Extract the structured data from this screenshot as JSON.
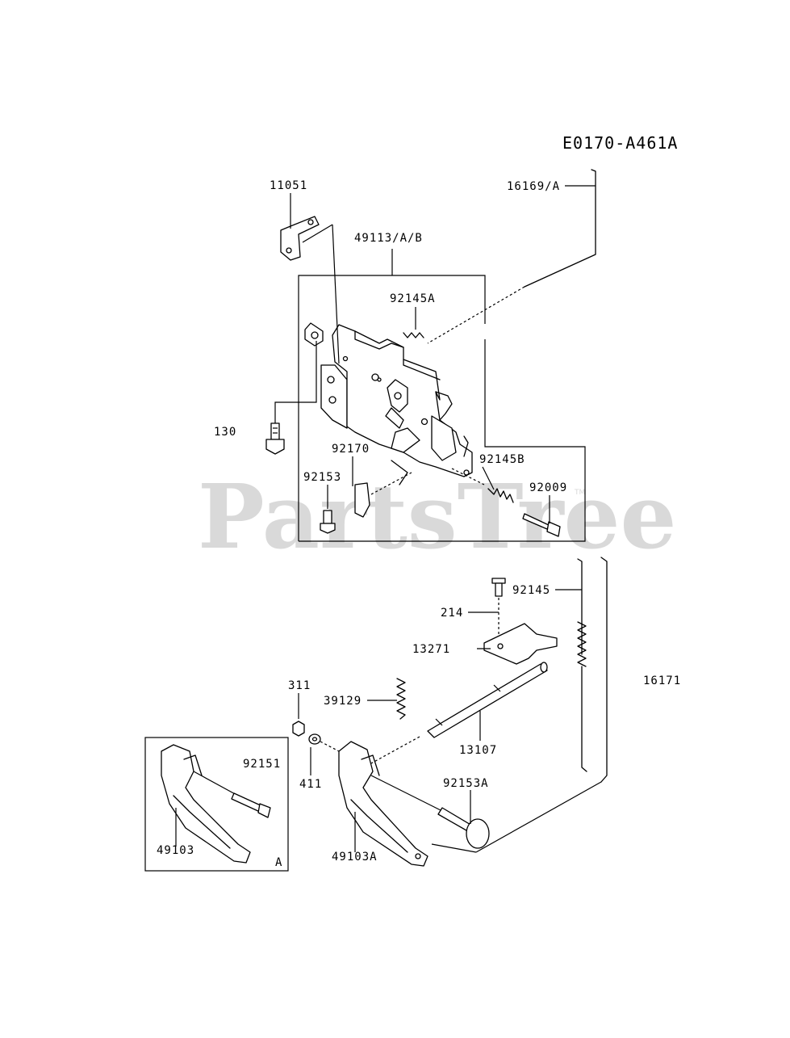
{
  "diagram": {
    "code": "E0170-A461A",
    "watermark": "PartsTree",
    "watermark_mark": "TM",
    "callouts": [
      {
        "id": "c11051",
        "text": "11051"
      },
      {
        "id": "c16169",
        "text": "16169/A"
      },
      {
        "id": "c49113",
        "text": "49113/A/B"
      },
      {
        "id": "c92145A",
        "text": "92145A"
      },
      {
        "id": "c130",
        "text": "130"
      },
      {
        "id": "c92170",
        "text": "92170"
      },
      {
        "id": "c92145B",
        "text": "92145B"
      },
      {
        "id": "c92153",
        "text": "92153"
      },
      {
        "id": "c92009",
        "text": "92009"
      },
      {
        "id": "c92145",
        "text": "92145"
      },
      {
        "id": "c214",
        "text": "214"
      },
      {
        "id": "c13271",
        "text": "13271"
      },
      {
        "id": "c16171",
        "text": "16171"
      },
      {
        "id": "c311",
        "text": "311"
      },
      {
        "id": "c39129",
        "text": "39129"
      },
      {
        "id": "c13107",
        "text": "13107"
      },
      {
        "id": "c92151",
        "text": "92151"
      },
      {
        "id": "c411",
        "text": "411"
      },
      {
        "id": "c92153A",
        "text": "92153A"
      },
      {
        "id": "c49103",
        "text": "49103"
      },
      {
        "id": "c49103A",
        "text": "49103A"
      },
      {
        "id": "cA",
        "text": "A"
      }
    ]
  }
}
